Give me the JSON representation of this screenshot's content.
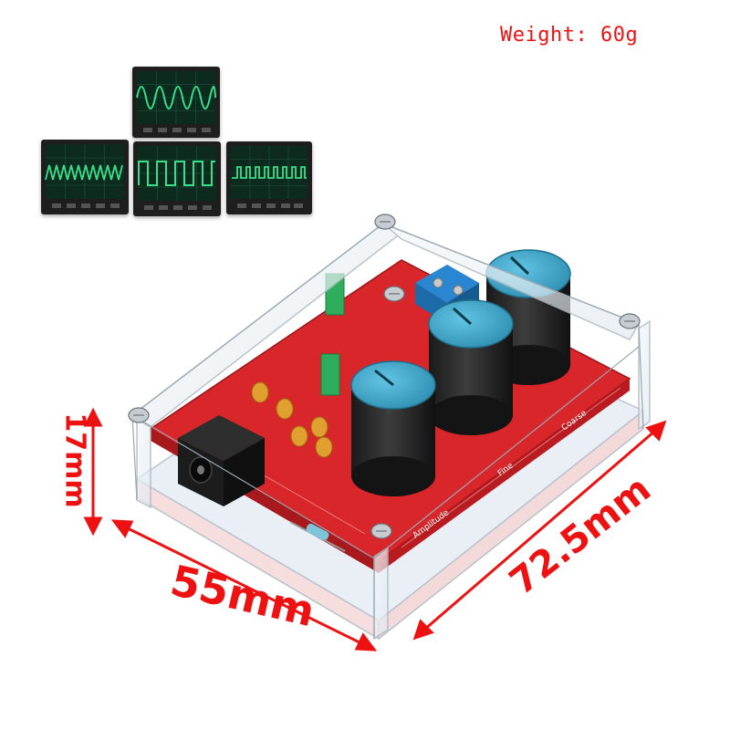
{
  "weight_label": "Weight: 60g",
  "dimensions": {
    "height": "17mm",
    "width": "55mm",
    "length": "72.5mm"
  },
  "colors": {
    "accent_red": "#ee1111",
    "pcb_red": "#d8262a",
    "knob_blue": "#3aa7c9",
    "scope_green": "#38e08a"
  },
  "scope_waveforms": [
    "sine",
    "triangle",
    "square",
    "pulse"
  ],
  "product_labels": {
    "amplitude": "Amplitude",
    "fine": "Fine",
    "coarse": "Coarse"
  }
}
